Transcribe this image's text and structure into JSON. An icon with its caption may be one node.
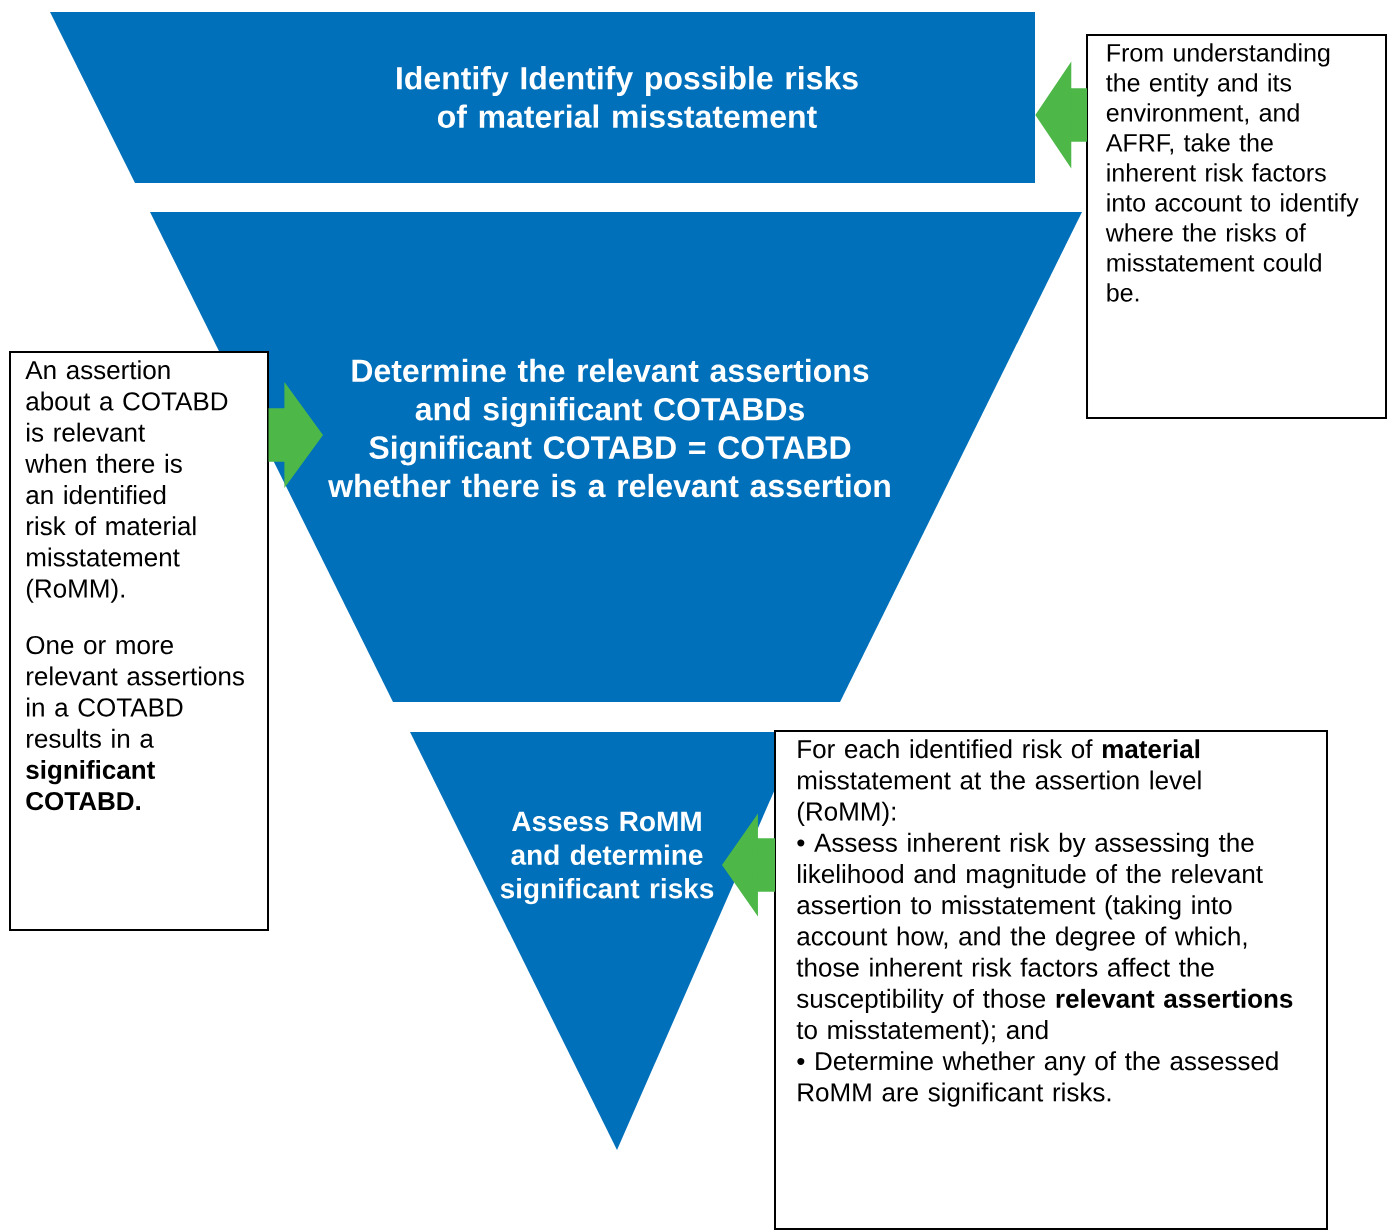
{
  "diagram": {
    "nodes": [
      {
        "text": [
          "Identify Identify possible risks of material misstatement"
        ]
      },
      {
        "text": [
          "From understanding the entity and its environment, and AFRF, take the inherent risk factors into account to identify where the risks of misstatement could be."
        ]
      },
      {
        "text": [
          "Determine the relevant assertions and significant COTABDs",
          "Significant COTABD = COTABD whether there is a relevant assertion"
        ]
      },
      {
        "text": [
          "An assertion about a COTABD is relevant when there is an identified risk of material misstatement (RoMM).",
          "One or more relevant assertions in a COTABD results in a **significant COTABD.**"
        ]
      },
      {
        "text": [
          "Assess RoMM and determine significant risks"
        ]
      },
      {
        "text": [
          "For each identified risk of **material** misstatement at the assertion level (RoMM):",
          "• Assess inherent risk by assessing the likelihood and magnitude of the relevant assertion to misstatement (taking into account how, and the degree of which, those inherent risk factors affect the susceptibility of those **relevant assertions** to misstatement); and",
          "• Determine whether any of the assessed RoMM are significant risks."
        ]
      }
    ],
    "edges": [
      {
        "from": 1,
        "to": 0,
        "arrow": "to"
      },
      {
        "from": 3,
        "to": 2,
        "arrow": "to"
      },
      {
        "from": 5,
        "to": 4,
        "arrow": "to"
      }
    ]
  }
}
